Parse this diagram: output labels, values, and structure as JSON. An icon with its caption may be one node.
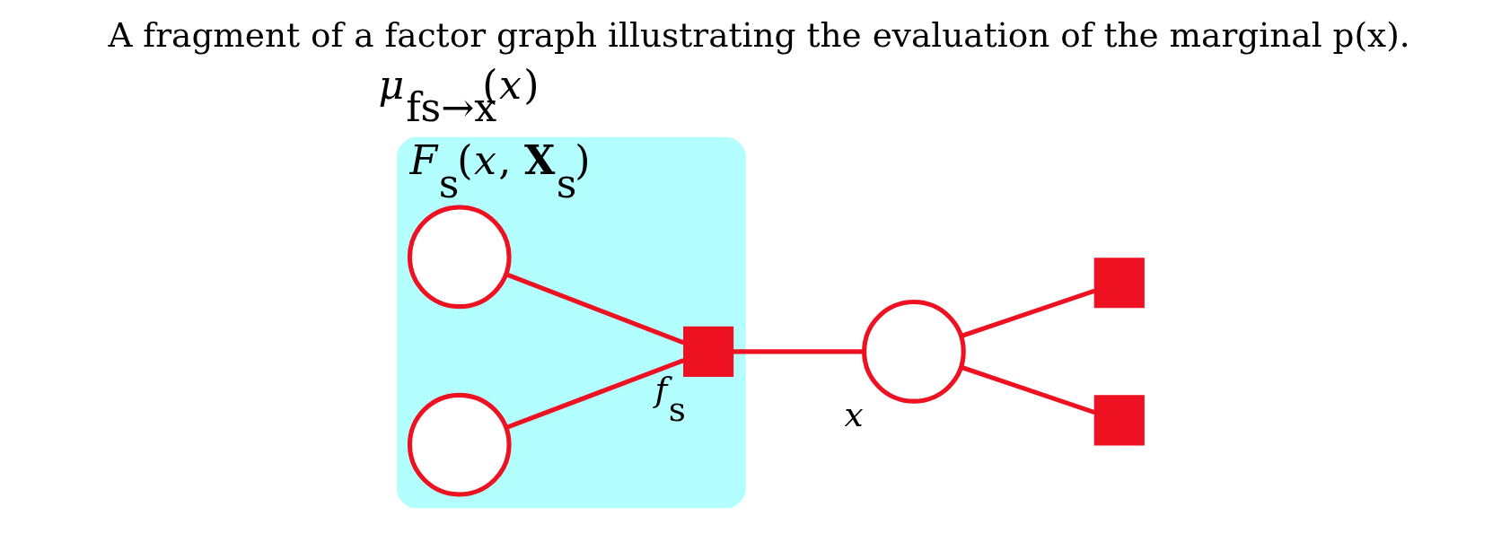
{
  "diagram": {
    "caption": "A fragment of a factor graph illustrating the evaluation of the marginal p(x).",
    "nodes": [
      {
        "text": [
          "*F*$_{s}$(*x*, **X**$_{s}$)"
        ]
      },
      {
        "text": [],
        "shape": "circle",
        "in": 0
      },
      {
        "text": [],
        "shape": "circle",
        "in": 0
      },
      {
        "text": [],
        "shape": "box",
        "in": 0,
        "beside": [
          "*f*$_{s}$"
        ]
      },
      {
        "text": [],
        "shape": "circle",
        "beside": [
          "*x*"
        ]
      },
      {
        "text": [],
        "shape": "box"
      },
      {
        "text": [],
        "shape": "box"
      }
    ],
    "edges": [
      {
        "from": 1,
        "to": 3,
        "arrow": "none"
      },
      {
        "from": 2,
        "to": 3,
        "arrow": "none"
      },
      {
        "from": 3,
        "to": 4,
        "arrow": "none"
      },
      {
        "from": 4,
        "to": 5,
        "arrow": "none"
      },
      {
        "from": 4,
        "to": 6,
        "arrow": "none"
      }
    ],
    "labels": [
      "*μ*$_{fs→x}$(*x*)"
    ]
  }
}
